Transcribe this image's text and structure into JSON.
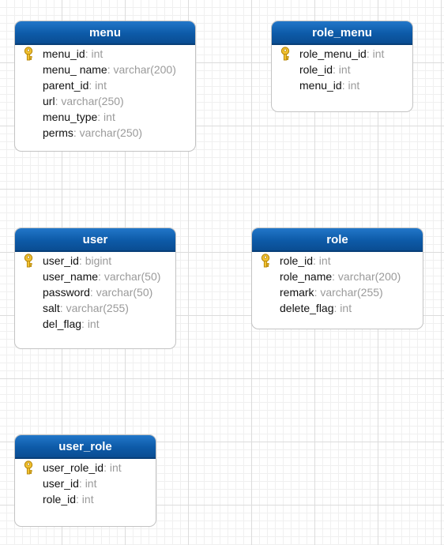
{
  "entities": {
    "menu": {
      "name": "menu",
      "fields": [
        {
          "name": "menu_id",
          "type": ": int",
          "pk": true
        },
        {
          "name": "menu_ name",
          "type": ": varchar(200)"
        },
        {
          "name": "parent_id",
          "type": ": int"
        },
        {
          "name": "url",
          "type": ": varchar(250)"
        },
        {
          "name": "menu_type",
          "type": ": int"
        },
        {
          "name": "perms",
          "type": ": varchar(250)"
        }
      ]
    },
    "role_menu": {
      "name": "role_menu",
      "fields": [
        {
          "name": "role_menu_id",
          "type": ": int",
          "pk": true
        },
        {
          "name": "role_id",
          "type": ": int"
        },
        {
          "name": "menu_id",
          "type": ": int"
        }
      ]
    },
    "user": {
      "name": "user",
      "fields": [
        {
          "name": "user_id",
          "type": ": bigint",
          "pk": true
        },
        {
          "name": "user_name",
          "type": ": varchar(50)"
        },
        {
          "name": "password",
          "type": ": varchar(50)"
        },
        {
          "name": "salt",
          "type": ": varchar(255)"
        },
        {
          "name": "del_flag",
          "type": ": int"
        }
      ]
    },
    "role": {
      "name": "role",
      "fields": [
        {
          "name": "role_id",
          "type": ": int",
          "pk": true
        },
        {
          "name": "role_name",
          "type": ": varchar(200)"
        },
        {
          "name": "remark",
          "type": ": varchar(255)"
        },
        {
          "name": "delete_flag",
          "type": ": int"
        }
      ]
    },
    "user_role": {
      "name": "user_role",
      "fields": [
        {
          "name": "user_role_id",
          "type": ": int",
          "pk": true
        },
        {
          "name": "user_id",
          "type": ": int"
        },
        {
          "name": "role_id",
          "type": ": int"
        }
      ]
    }
  },
  "icons": {
    "primary_key": "key-icon"
  },
  "colors": {
    "header": "#0d5aa8",
    "header_text": "#ffffff",
    "field_name": "#111111",
    "field_type": "#9a9a9a",
    "key_icon": "#f2c230",
    "grid": "#dcdcdc"
  }
}
